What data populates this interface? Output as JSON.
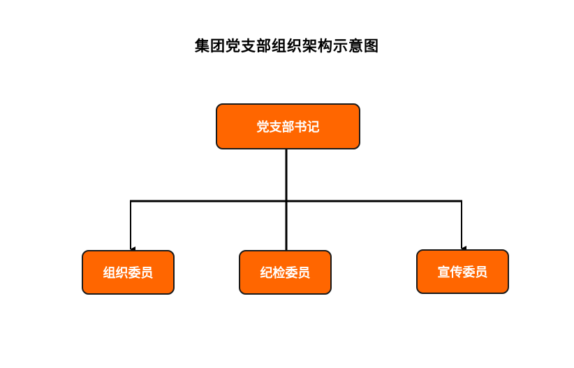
{
  "title": "集团党支部组织架构示意图",
  "root": {
    "label": "党支部书记"
  },
  "children": [
    {
      "label": "组织委员"
    },
    {
      "label": "纪检委员"
    },
    {
      "label": "宣传委员"
    }
  ],
  "colors": {
    "node_fill": "#ff6600",
    "node_border": "#1a1a1a",
    "node_text": "#ffffff",
    "line": "#000000"
  }
}
